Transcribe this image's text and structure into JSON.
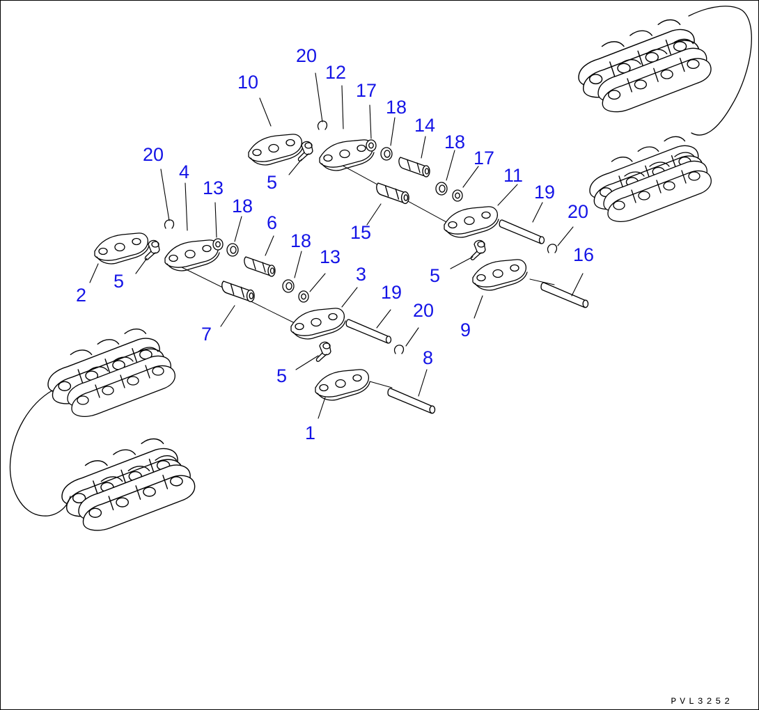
{
  "diagram": {
    "reference_code": "PVL3252",
    "callout_color": "#1414e6",
    "line_color": "#000000",
    "callouts": [
      {
        "id": "c20a",
        "text": "20"
      },
      {
        "id": "c12",
        "text": "12"
      },
      {
        "id": "c10",
        "text": "10"
      },
      {
        "id": "c17a",
        "text": "17"
      },
      {
        "id": "c18a",
        "text": "18"
      },
      {
        "id": "c14",
        "text": "14"
      },
      {
        "id": "c18b",
        "text": "18"
      },
      {
        "id": "c17b",
        "text": "17"
      },
      {
        "id": "c20b",
        "text": "20"
      },
      {
        "id": "c4",
        "text": "4"
      },
      {
        "id": "c5a",
        "text": "5"
      },
      {
        "id": "c11",
        "text": "11"
      },
      {
        "id": "c19a",
        "text": "19"
      },
      {
        "id": "c13a",
        "text": "13"
      },
      {
        "id": "c18c",
        "text": "18"
      },
      {
        "id": "c6",
        "text": "6"
      },
      {
        "id": "c20c",
        "text": "20"
      },
      {
        "id": "c15",
        "text": "15"
      },
      {
        "id": "c16",
        "text": "16"
      },
      {
        "id": "c18d",
        "text": "18"
      },
      {
        "id": "c13b",
        "text": "13"
      },
      {
        "id": "c5b",
        "text": "5"
      },
      {
        "id": "c2",
        "text": "2"
      },
      {
        "id": "c5c",
        "text": "5"
      },
      {
        "id": "c3",
        "text": "3"
      },
      {
        "id": "c19b",
        "text": "19"
      },
      {
        "id": "c20d",
        "text": "20"
      },
      {
        "id": "c9",
        "text": "9"
      },
      {
        "id": "c7",
        "text": "7"
      },
      {
        "id": "c8",
        "text": "8"
      },
      {
        "id": "c5d",
        "text": "5"
      },
      {
        "id": "c1",
        "text": "1"
      }
    ]
  }
}
